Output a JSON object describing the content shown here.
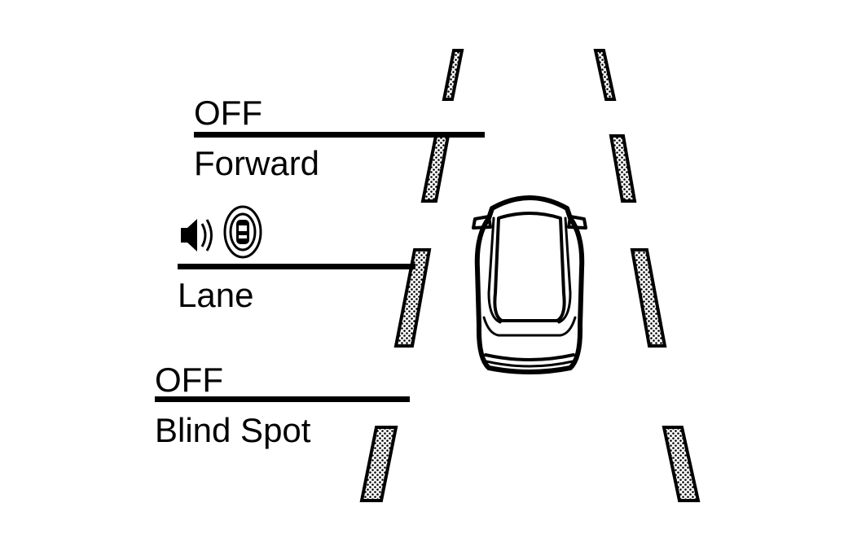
{
  "forward": {
    "status": "OFF",
    "label": "Forward"
  },
  "lane": {
    "label": "Lane",
    "status_icons": [
      "speaker-chime-icon",
      "vehicle-ahead-indicator-icon"
    ]
  },
  "blind_spot": {
    "status": "OFF",
    "label": "Blind Spot"
  },
  "colors": {
    "ink": "#000000",
    "background": "#ffffff"
  }
}
